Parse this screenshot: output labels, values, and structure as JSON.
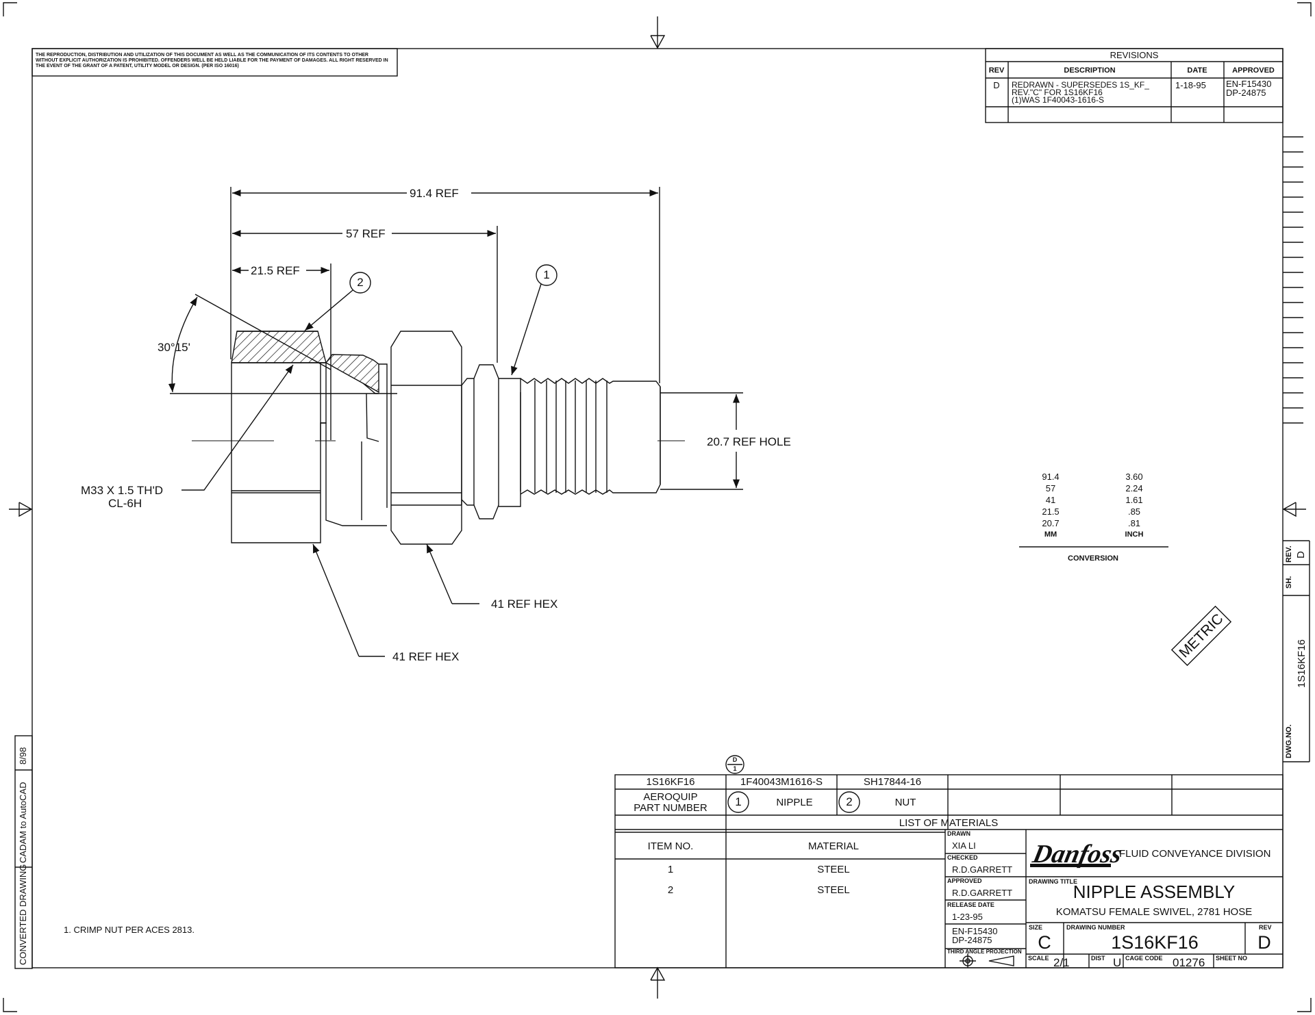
{
  "notice": "THE REPRODUCTION, DISTRIBUTION AND UTILIZATION OF THIS DOCUMENT AS WELL AS THE COMMUNICATION OF ITS CONTENTS TO OTHER WITHOUT EXPLICIT AUTHORIZATION IS PROHIBITED. OFFENDERS WELL BE HELD LIABLE FOR THE PAYMENT OF DAMAGES. ALL RIGHT RESERVED IN THE EVENT OF THE GRANT OF A PATENT, UTILITY MODEL OR DESIGN. (PER ISO 16016)",
  "revisions": {
    "title": "REVISIONS",
    "headers": [
      "REV",
      "DESCRIPTION",
      "DATE",
      "APPROVED"
    ],
    "rows": [
      {
        "rev": "D",
        "description": [
          "REDRAWN - SUPERSEDES 1S_KF_",
          "REV.\"C\" FOR 1S16KF16",
          "(1)WAS 1F40043-1616-S"
        ],
        "date": "1-18-95",
        "approved": [
          "EN-F15430",
          "DP-24875"
        ]
      }
    ]
  },
  "dimensions": {
    "overall": "91.4 REF",
    "d57": "57 REF",
    "d21": "21.5 REF",
    "angle": "30°15'",
    "hole": "20.7 REF HOLE",
    "thread": [
      "M33 X 1.5 TH'D",
      "CL-6H"
    ],
    "hex1": "41 REF HEX",
    "hex2": "41 REF HEX",
    "balloon1": "1",
    "balloon2": "2"
  },
  "conversion": {
    "mm": [
      "91.4",
      "57",
      "41",
      "21.5",
      "20.7"
    ],
    "inch": [
      "3.60",
      "2.24",
      "1.61",
      ".85",
      ".81"
    ],
    "unit_mm": "MM",
    "unit_inch": "INCH",
    "title": "CONVERSION"
  },
  "metric_stamp": "METRIC",
  "side_strip": {
    "rev_label": "REV.",
    "rev_value": "D",
    "sh_label": "SH.",
    "dwg_value": "1S16KF16",
    "dwg_label": "DWG.NO."
  },
  "converted": {
    "text1": "CONVERTED DRAWING",
    "text2": "CADAM to AutoCAD",
    "date": "8/98"
  },
  "note": "1.   CRIMP NUT PER ACES 2813.",
  "parts": {
    "rev_flag_top": "D",
    "rev_flag_bottom": "1",
    "assembly_number": "1S16KF16",
    "nipple_part": "1F40043M1616-S",
    "nut_part": "SH17844-16",
    "part_label": [
      "AEROQUIP",
      "PART NUMBER"
    ],
    "item1_balloon": "1",
    "item1_name": "NIPPLE",
    "item2_balloon": "2",
    "item2_name": "NUT",
    "list_title": "LIST OF MATERIALS",
    "col_item": "ITEM NO.",
    "col_material": "MATERIAL",
    "items": [
      {
        "no": "1",
        "material": "STEEL"
      },
      {
        "no": "2",
        "material": "STEEL"
      }
    ]
  },
  "title_block": {
    "drawn_label": "DRAWN",
    "drawn_value": "XIA LI",
    "checked_label": "CHECKED",
    "checked_value": "R.D.GARRETT",
    "approved_label": "APPROVED",
    "approved_value": "R.D.GARRETT",
    "release_label": "RELEASE DATE",
    "release_value": "1-23-95",
    "en_number": "EN-F15430",
    "dp_number": "DP-24875",
    "projection_label": "THIRD ANGLE PROJECTION",
    "logo_text": "Danfoss",
    "division": "FLUID CONVEYANCE DIVISION",
    "title_label": "DRAWING TITLE",
    "title_main": "NIPPLE ASSEMBLY",
    "title_sub": "KOMATSU FEMALE SWIVEL, 2781 HOSE",
    "size_label": "SIZE",
    "size_value": "C",
    "number_label": "DRAWING NUMBER",
    "number_value": "1S16KF16",
    "rev_label": "REV",
    "rev_value": "D",
    "scale_label": "SCALE",
    "scale_value": "2/1",
    "dist_label": "DIST",
    "dist_value": "U",
    "cage_label": "CAGE CODE",
    "cage_value": "01276",
    "sheet_label": "SHEET NO"
  }
}
